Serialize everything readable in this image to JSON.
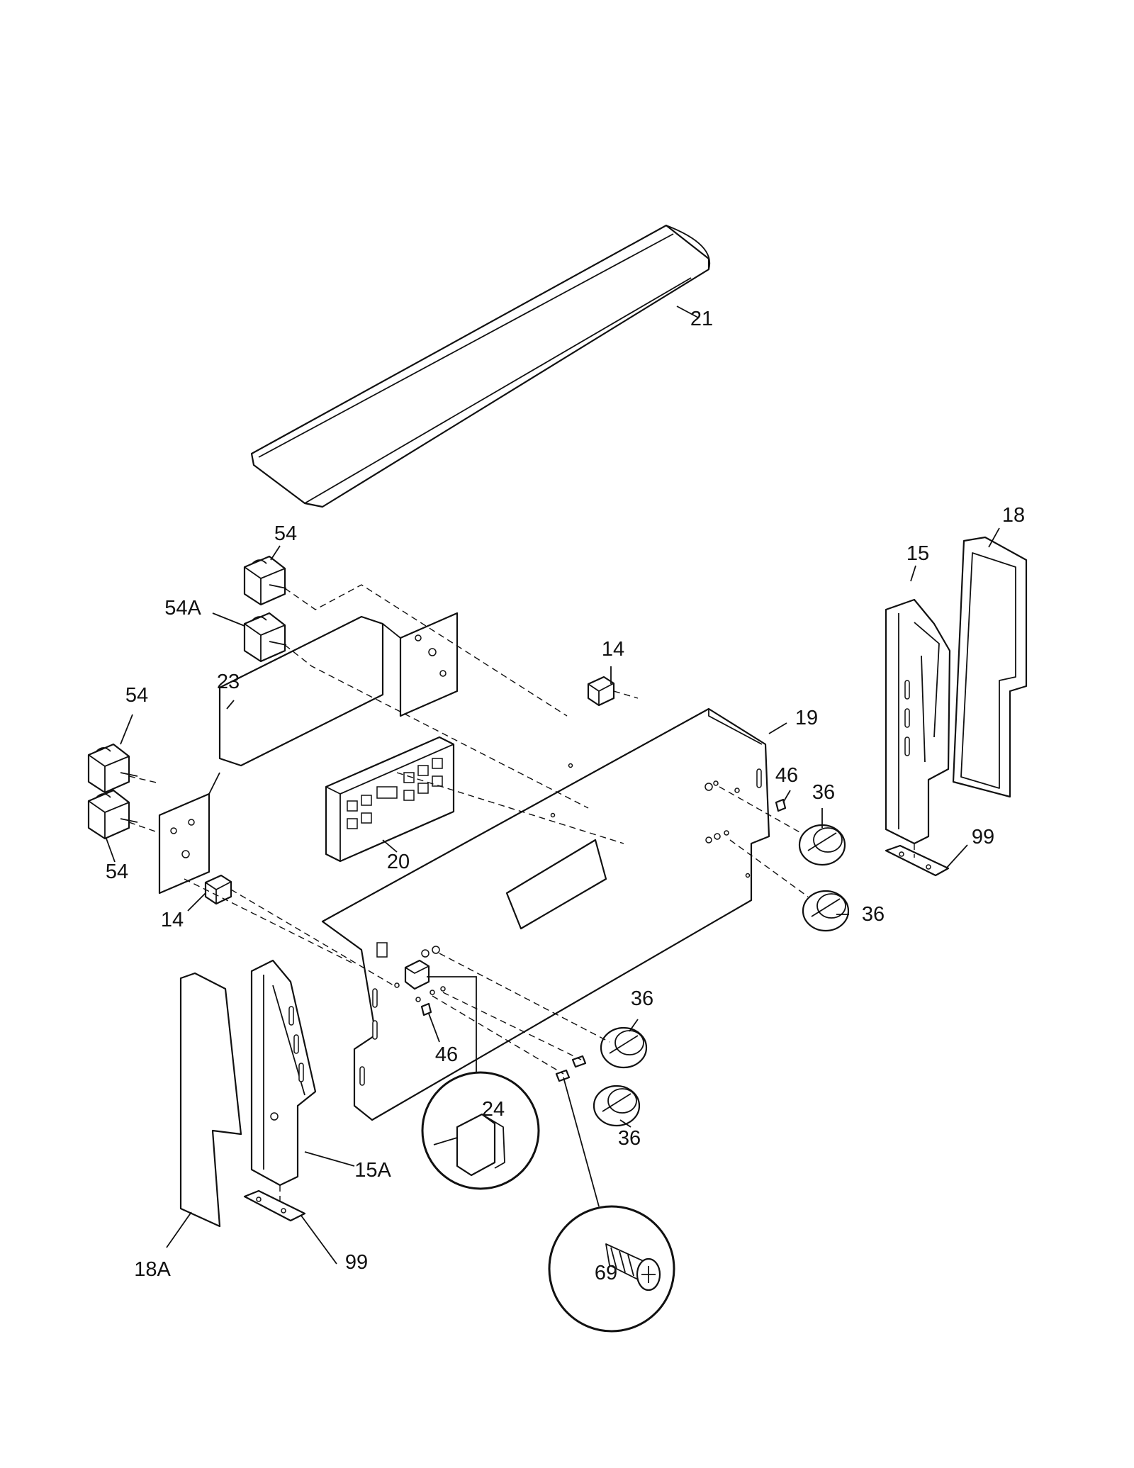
{
  "callouts": {
    "c21": "21",
    "c18": "18",
    "c15": "15",
    "c54_top": "54",
    "c54a": "54A",
    "c14_right": "14",
    "c23": "23",
    "c54_left": "54",
    "c19": "19",
    "c46_right": "46",
    "c36_right_top": "36",
    "c99_right": "99",
    "c20": "20",
    "c54_bottom": "54",
    "c36_right_bottom": "36",
    "c14_left": "14",
    "c36_front_top": "36",
    "c46_front": "46",
    "c24": "24",
    "c15a": "15A",
    "c36_front_bottom": "36",
    "c69": "69",
    "c99_left": "99",
    "c18a": "18A"
  }
}
